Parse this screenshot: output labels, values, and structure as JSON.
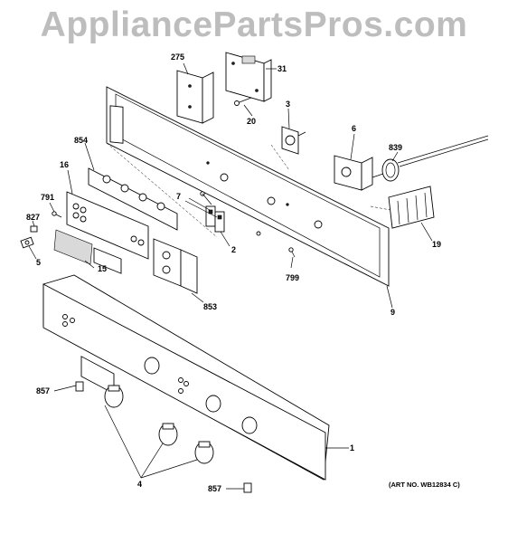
{
  "watermark": "AppliancePartsPros.com",
  "art_number": "(ART NO. WB12834 C)",
  "callouts": {
    "c275": "275",
    "c31": "31",
    "c20": "20",
    "c3": "3",
    "c6": "6",
    "c839": "839",
    "c854": "854",
    "c16": "16",
    "c791": "791",
    "c827": "827",
    "c5": "5",
    "c15": "15",
    "c7": "7",
    "c2": "2",
    "c19": "19",
    "c799": "799",
    "c853": "853",
    "c9": "9",
    "c857a": "857",
    "c857b": "857",
    "c1": "1",
    "c4": "4"
  }
}
